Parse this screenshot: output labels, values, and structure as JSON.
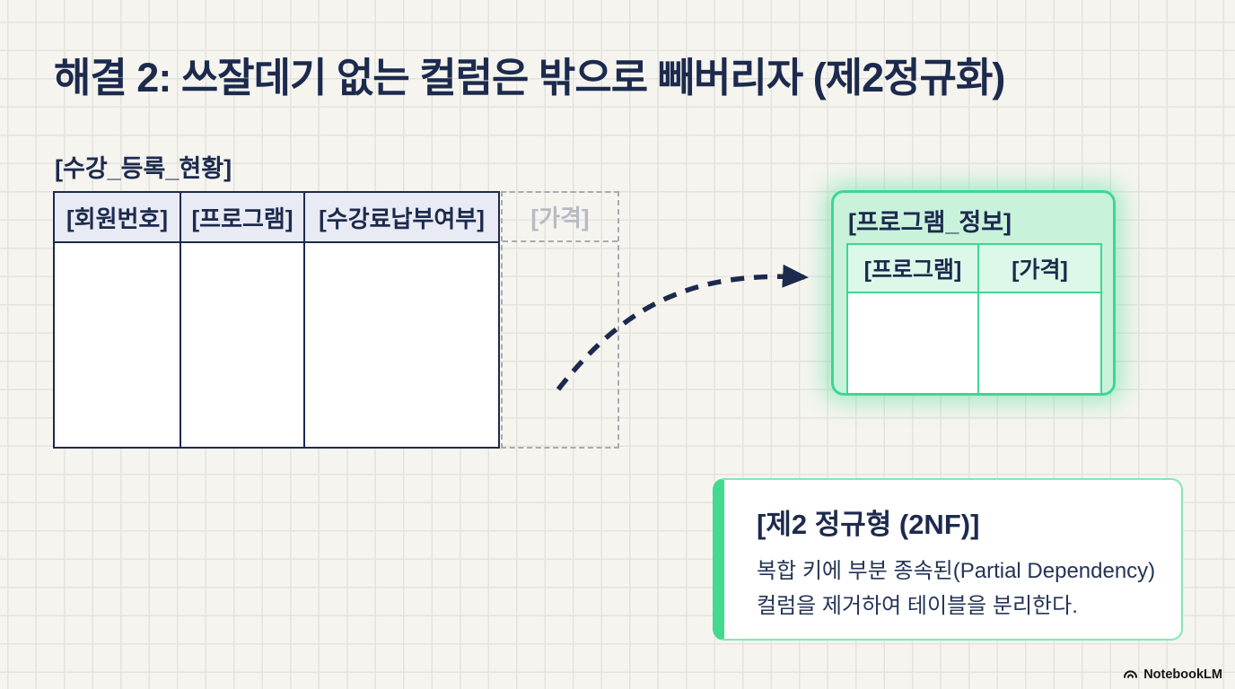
{
  "slide": {
    "title": "해결 2: 쓰잘데기 없는 컬럼은 밖으로 빼버리자 (제2정규화)"
  },
  "source_table": {
    "label": "[수강_등록_현황]",
    "columns": [
      "[회원번호]",
      "[프로그램]",
      "[수강료납부여부]"
    ],
    "removed_column": "[가격]"
  },
  "target_table": {
    "label": "[프로그램_정보]",
    "columns": [
      "[프로그램]",
      "[가격]"
    ]
  },
  "callout": {
    "title": "[제2 정규형 (2NF)]",
    "lines": [
      "복합 키에 부분 종속된(Partial Dependency)",
      "컬럼을 제거하여 테이블을 분리한다."
    ]
  },
  "watermark": {
    "label": "NotebookLM"
  },
  "colors": {
    "navy": "#1c2a4d",
    "table_header_fill": "#e9ebf4",
    "green_border": "#3ed694",
    "mint_fill": "#c9f2db",
    "mint_header_fill": "#dbf8e9",
    "removed_gray": "#b7bac2",
    "background": "#f5f4ef"
  }
}
